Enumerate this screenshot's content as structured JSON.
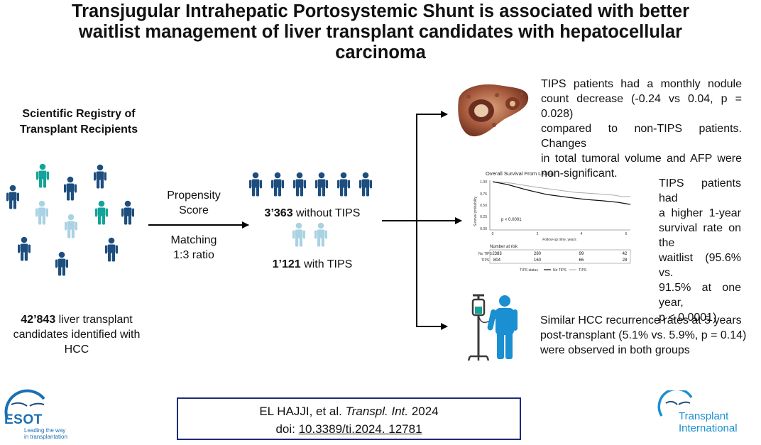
{
  "title": {
    "line1": "Transjugular Intrahepatic Portosystemic Shunt is associated with better",
    "line2": "waitlist management of liver transplant candidates with hepatocellular",
    "line3": "carcinoma"
  },
  "registry": {
    "line1": "Scientific Registry of",
    "line2": "Transplant Recipients"
  },
  "candidates": {
    "count": "42’843",
    "line1": " liver transplant",
    "line2": "candidates identified with",
    "line3": "HCC"
  },
  "propensity": {
    "line1": "Propensity",
    "line2": "Score",
    "line3": "Matching",
    "line4": "1:3 ratio"
  },
  "groups": {
    "without_count": "3’363",
    "without_label": " without TIPS",
    "with_count": "1’121",
    "with_label": " with TIPS"
  },
  "findings": {
    "nodule": [
      "TIPS patients had a monthly nodule",
      "count decrease (-0.24 vs 0.04, p = 0.028)",
      "compared to non-TIPS patients. Changes",
      "in total tumoral volume and AFP were",
      "non-significant."
    ],
    "survival": [
      "TIPS patients had",
      "a higher 1-year",
      "survival rate on the",
      "waitlist (95.6% vs.",
      "91.5% at one year,",
      "p < 0.0001)"
    ],
    "recurrence": [
      "Similar HCC recurrence rates at 5 years",
      "post-transplant (5.1% vs. 5.9%, p = 0.14)",
      "were observed in both groups"
    ]
  },
  "km_plot": {
    "title": "Overall Survival From Listing",
    "ylabel": "Survival probability",
    "xlabel": "Follow-up time, years",
    "pvalue": "p < 0.0001",
    "y_ticks": [
      "1.00",
      "0.75",
      "0.50",
      "0.25",
      "0.00"
    ],
    "x_ticks": [
      "0",
      "2",
      "4",
      "6"
    ],
    "risk_title": "Number at risk",
    "risk_rows": [
      {
        "label": "No TIPS",
        "values": [
          "2383",
          "280",
          "99",
          "42"
        ]
      },
      {
        "label": "TIPS",
        "values": [
          "804",
          "160",
          "66",
          "28"
        ]
      }
    ],
    "legend_title": "TIPS status",
    "legend_items": [
      "No TIPS",
      "TIPS"
    ]
  },
  "citation": {
    "authors": "EL HAJJI, et al. ",
    "journal": "Transpl. Int.",
    "year": " 2024",
    "doi_prefix": "doi: ",
    "doi": "10.3389/ti.2024. 12781"
  },
  "logos": {
    "esot": {
      "name": "ESOT",
      "tag1": "Leading the way",
      "tag2": "in transplantation"
    },
    "ti": {
      "line1": "Transplant",
      "line2": "International"
    }
  },
  "colors": {
    "navy": "#1d4e7e",
    "teal": "#14a398",
    "light": "#a9d2e2",
    "brand": "#1a8fd1"
  }
}
